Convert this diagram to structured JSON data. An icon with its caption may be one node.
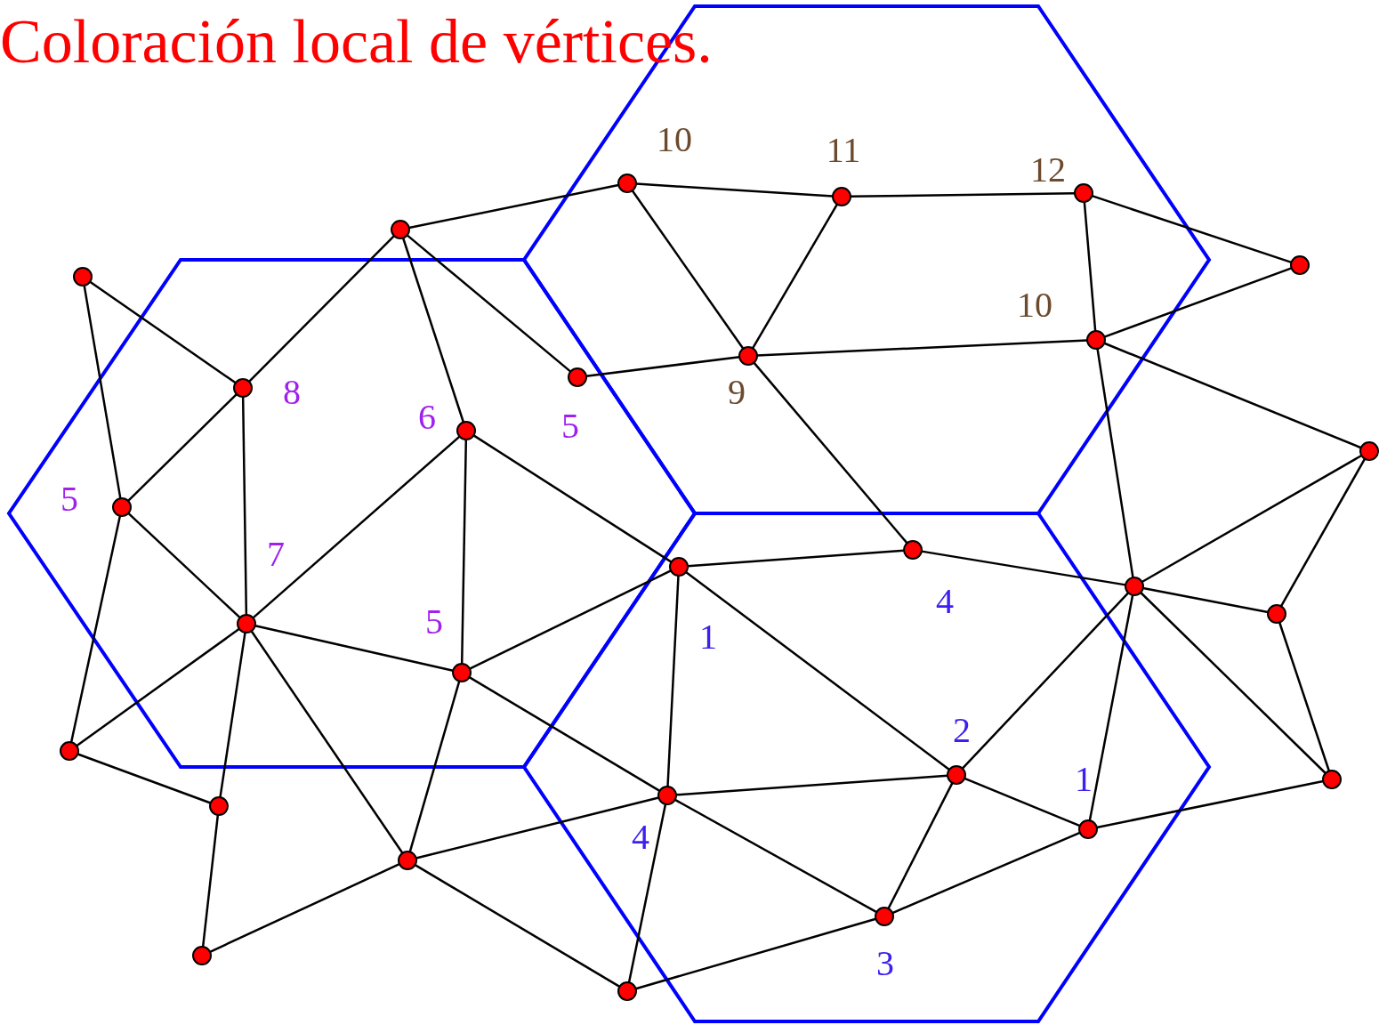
{
  "diagram": {
    "title": "Coloración local de vértices.",
    "nodes": [
      {
        "text": [],
        "shape": "circle",
        "beside": [
          "10"
        ]
      },
      {
        "text": [],
        "shape": "circle",
        "beside": [
          "11"
        ]
      },
      {
        "text": [],
        "shape": "circle",
        "beside": [
          "12"
        ]
      },
      {
        "text": [],
        "shape": "circle"
      },
      {
        "text": [],
        "shape": "circle"
      },
      {
        "text": [],
        "shape": "circle"
      },
      {
        "text": [],
        "shape": "circle",
        "beside": [
          "10"
        ]
      },
      {
        "text": [],
        "shape": "circle",
        "beside": [
          "9"
        ]
      },
      {
        "text": [],
        "shape": "circle",
        "beside": [
          "5"
        ]
      },
      {
        "text": [],
        "shape": "circle",
        "beside": [
          "8"
        ]
      },
      {
        "text": [],
        "shape": "circle",
        "beside": [
          "6"
        ]
      },
      {
        "text": [],
        "shape": "circle"
      },
      {
        "text": [],
        "shape": "circle",
        "beside": [
          "5"
        ]
      },
      {
        "text": [],
        "shape": "circle",
        "beside": [
          "4"
        ]
      },
      {
        "text": [],
        "shape": "circle",
        "beside": [
          "1"
        ]
      },
      {
        "text": [],
        "shape": "circle"
      },
      {
        "text": [],
        "shape": "circle"
      },
      {
        "text": [],
        "shape": "circle",
        "beside": [
          "7"
        ]
      },
      {
        "text": [],
        "shape": "circle",
        "beside": [
          "5"
        ]
      },
      {
        "text": [],
        "shape": "circle"
      },
      {
        "text": [],
        "shape": "circle",
        "beside": [
          "2"
        ]
      },
      {
        "text": [],
        "shape": "circle"
      },
      {
        "text": [],
        "shape": "circle",
        "beside": [
          "4"
        ]
      },
      {
        "text": [],
        "shape": "circle"
      },
      {
        "text": [],
        "shape": "circle",
        "beside": [
          "1"
        ]
      },
      {
        "text": [],
        "shape": "circle"
      },
      {
        "text": [],
        "shape": "circle",
        "beside": [
          "3"
        ]
      },
      {
        "text": [],
        "shape": "circle"
      },
      {
        "text": [],
        "shape": "circle"
      }
    ],
    "edges": [
      {
        "from": 3,
        "to": 0,
        "arrow": "none"
      },
      {
        "from": 0,
        "to": 1,
        "arrow": "none"
      },
      {
        "from": 1,
        "to": 2,
        "arrow": "none"
      },
      {
        "from": 2,
        "to": 4,
        "arrow": "none"
      },
      {
        "from": 0,
        "to": 7,
        "arrow": "none"
      },
      {
        "from": 1,
        "to": 7,
        "arrow": "none"
      },
      {
        "from": 2,
        "to": 6,
        "arrow": "none"
      },
      {
        "from": 4,
        "to": 6,
        "arrow": "none"
      },
      {
        "from": 7,
        "to": 6,
        "arrow": "none"
      },
      {
        "from": 8,
        "to": 7,
        "arrow": "none"
      },
      {
        "from": 7,
        "to": 13,
        "arrow": "none"
      },
      {
        "from": 3,
        "to": 9,
        "arrow": "none"
      },
      {
        "from": 3,
        "to": 8,
        "arrow": "none"
      },
      {
        "from": 3,
        "to": 10,
        "arrow": "none"
      },
      {
        "from": 5,
        "to": 9,
        "arrow": "none"
      },
      {
        "from": 5,
        "to": 12,
        "arrow": "none"
      },
      {
        "from": 9,
        "to": 12,
        "arrow": "none"
      },
      {
        "from": 9,
        "to": 17,
        "arrow": "none"
      },
      {
        "from": 6,
        "to": 11,
        "arrow": "none"
      },
      {
        "from": 6,
        "to": 15,
        "arrow": "none"
      },
      {
        "from": 10,
        "to": 17,
        "arrow": "none"
      },
      {
        "from": 10,
        "to": 18,
        "arrow": "none"
      },
      {
        "from": 10,
        "to": 14,
        "arrow": "none"
      },
      {
        "from": 14,
        "to": 13,
        "arrow": "none"
      },
      {
        "from": 13,
        "to": 15,
        "arrow": "none"
      },
      {
        "from": 11,
        "to": 15,
        "arrow": "none"
      },
      {
        "from": 11,
        "to": 16,
        "arrow": "none"
      },
      {
        "from": 15,
        "to": 16,
        "arrow": "none"
      },
      {
        "from": 15,
        "to": 20,
        "arrow": "none"
      },
      {
        "from": 15,
        "to": 21,
        "arrow": "none"
      },
      {
        "from": 15,
        "to": 24,
        "arrow": "none"
      },
      {
        "from": 16,
        "to": 21,
        "arrow": "none"
      },
      {
        "from": 12,
        "to": 17,
        "arrow": "none"
      },
      {
        "from": 12,
        "to": 19,
        "arrow": "none"
      },
      {
        "from": 17,
        "to": 18,
        "arrow": "none"
      },
      {
        "from": 17,
        "to": 19,
        "arrow": "none"
      },
      {
        "from": 17,
        "to": 23,
        "arrow": "none"
      },
      {
        "from": 17,
        "to": 25,
        "arrow": "none"
      },
      {
        "from": 18,
        "to": 14,
        "arrow": "none"
      },
      {
        "from": 14,
        "to": 22,
        "arrow": "none"
      },
      {
        "from": 14,
        "to": 20,
        "arrow": "none"
      },
      {
        "from": 18,
        "to": 22,
        "arrow": "none"
      },
      {
        "from": 18,
        "to": 25,
        "arrow": "none"
      },
      {
        "from": 19,
        "to": 23,
        "arrow": "none"
      },
      {
        "from": 23,
        "to": 27,
        "arrow": "none"
      },
      {
        "from": 22,
        "to": 20,
        "arrow": "none"
      },
      {
        "from": 20,
        "to": 24,
        "arrow": "none"
      },
      {
        "from": 20,
        "to": 26,
        "arrow": "none"
      },
      {
        "from": 24,
        "to": 21,
        "arrow": "none"
      },
      {
        "from": 22,
        "to": 26,
        "arrow": "none"
      },
      {
        "from": 25,
        "to": 22,
        "arrow": "none"
      },
      {
        "from": 22,
        "to": 28,
        "arrow": "none"
      },
      {
        "from": 27,
        "to": 25,
        "arrow": "none"
      },
      {
        "from": 25,
        "to": 28,
        "arrow": "none"
      },
      {
        "from": 26,
        "to": 24,
        "arrow": "none"
      },
      {
        "from": 28,
        "to": 26,
        "arrow": "none"
      }
    ]
  }
}
